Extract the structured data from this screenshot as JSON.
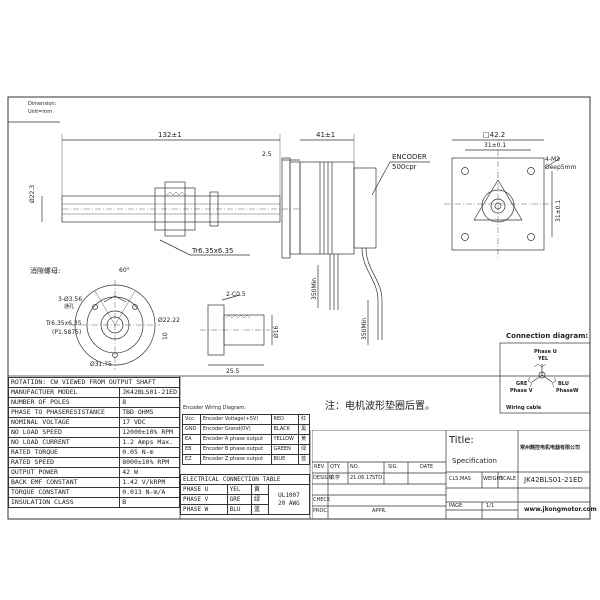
{
  "dimension_note": {
    "line1": "Dimension:",
    "line2": "Unit=mm"
  },
  "side_view": {
    "overall_length": "132±1",
    "body_length": "41±1",
    "flange_offset": "2.5",
    "shaft_dia": "Ø22.3",
    "thread": "Tr6.35x6.35",
    "encoder": "ENCODER",
    "encoder_cpr": "500cpr",
    "lead1": "350Min",
    "lead2": "350Min"
  },
  "front_view": {
    "square": "□42.2",
    "hole_spacing_h": "31±0.1",
    "hole_spacing_v": "31±0.1",
    "screws": "4-M3",
    "depth": "Deep5mm"
  },
  "nut_section": {
    "title": "消隙螺母:",
    "angle": "60°",
    "holes": "3-Ø3.56",
    "holes_cn": "通孔",
    "thread": "Tr6.35x6.35",
    "pitch": "(P1.5875)",
    "outer_dia": "Ø22.22",
    "pcd": "Ø31.75",
    "height": "10"
  },
  "nut_side": {
    "chamfer": "2-C0.5",
    "dia": "Ø16",
    "length": "25.5"
  },
  "note_cn": "注：电机波形垫圈后置。",
  "connection": {
    "title": "Connection diagram:",
    "phase_u": "Phase U",
    "yel": "YEL",
    "gre": "GRE",
    "phase_v": "Phase V",
    "blu": "BLU",
    "phase_w": "PhaseW",
    "wiring": "Wiring cable"
  },
  "spec_table": {
    "header": "ROTATION: CW VIEWED FROM OUTPUT SHAFT",
    "rows": [
      {
        "label": "MANUFACTUER MODEL",
        "value": "JK42BLS01-21ED"
      },
      {
        "label": "NUMBER OF POLES",
        "value": "8"
      },
      {
        "label": "PHASE TO PHASERESISTANCE",
        "value": "TBD OHMS"
      },
      {
        "label": "NOMINAL VOLTAGE",
        "value": "17 VDC"
      },
      {
        "label": "NO LOAD SPEED",
        "value": "12000±10% RPM"
      },
      {
        "label": "NO LOAD CURRENT",
        "value": "1.2 Amps Max."
      },
      {
        "label": "RATED TORQUE",
        "value": "0.05 N-m"
      },
      {
        "label": "RATED SPEED",
        "value": "8000±10% RPM"
      },
      {
        "label": "OUTPUT POWER",
        "value": "42 W"
      },
      {
        "label": "BACK EMF CONSTANT",
        "value": "1.42 V/kRPM"
      },
      {
        "label": "TORQUE CONSTANT",
        "value": "0.013 N-m/A"
      },
      {
        "label": "INSULATION CLASS",
        "value": "B"
      }
    ]
  },
  "encoder_wiring": {
    "title": "Encoder Wiring Diagram:",
    "rows": [
      {
        "code": "Vcc",
        "desc": "Encoder Voltage(+5V)",
        "color": "RED",
        "cn": "红"
      },
      {
        "code": "GND",
        "desc": "Encoder Grand(0V)",
        "color": "BLACK",
        "cn": "黑"
      },
      {
        "code": "EA",
        "desc": "Encoder A phase output",
        "color": "YELLOW",
        "cn": "黄"
      },
      {
        "code": "EB",
        "desc": "Encoder B phase output",
        "color": "GREEN",
        "cn": "绿"
      },
      {
        "code": "EZ",
        "desc": "Encoder Z phase output",
        "color": "BIUE",
        "cn": "蓝"
      }
    ]
  },
  "electrical": {
    "title": "ELECTRICAL CONNECTION TABLE",
    "rows": [
      {
        "phase": "PHASE U",
        "color": "YEL",
        "cn": "黄"
      },
      {
        "phase": "PHASE V",
        "color": "GRE",
        "cn": "绿"
      },
      {
        "phase": "PHASE W",
        "color": "BLU",
        "cn": "蓝"
      }
    ],
    "cable": "UL1007",
    "awg": "20 AWG"
  },
  "title_block": {
    "title_label": "Title:",
    "specification": "Specification",
    "company": "常州精控电机电器有限公司",
    "model": "JK42BLS01-21ED",
    "rev": "REV.",
    "qty": "QTY.",
    "no": "NO.",
    "sig": "SIG.",
    "date": "DATE",
    "design": "DESIGN",
    "designer": "袁学",
    "design_date": "21.06.17",
    "std": "STD.",
    "cls_mas": "CLS.MAS",
    "weight": "WEIGHT",
    "scale": "SCALE",
    "check": "CHECK",
    "proc": "PROC.",
    "appr": "APPR.",
    "page_label": "PAGE:",
    "page_value": "1/1",
    "website": "www.jkongmotor.com"
  }
}
